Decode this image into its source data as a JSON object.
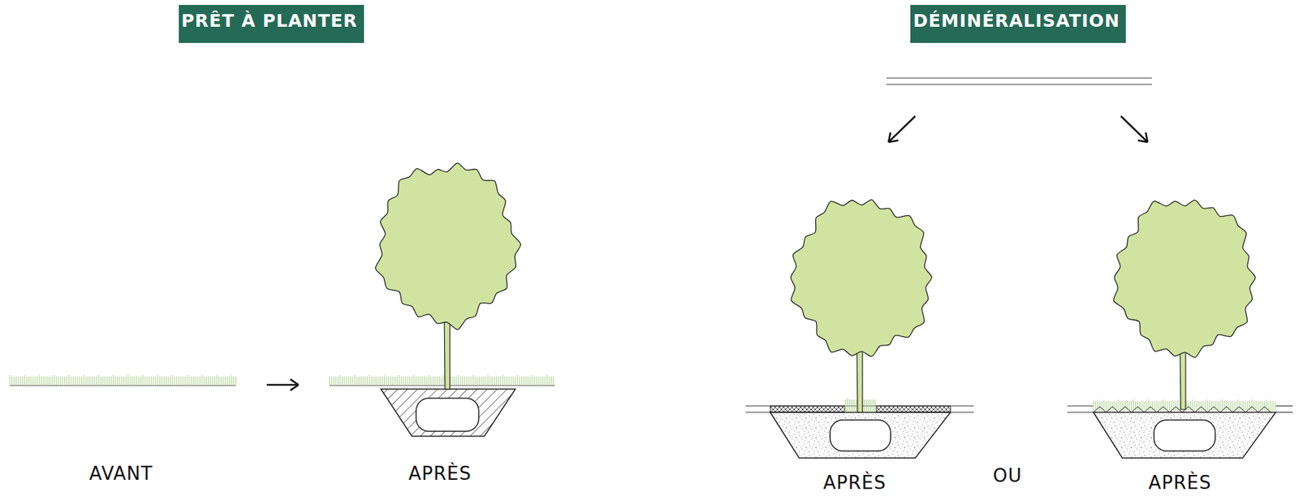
{
  "diagram": {
    "nodes": [
      {
        "text": [
          "PRÊT À PLANTER"
        ]
      },
      {
        "text": [
          "DÉMINÉRALISATION"
        ]
      }
    ],
    "labels": [
      "AVANT",
      "APRÈS",
      "APRÈS",
      "OU",
      "APRÈS"
    ]
  }
}
